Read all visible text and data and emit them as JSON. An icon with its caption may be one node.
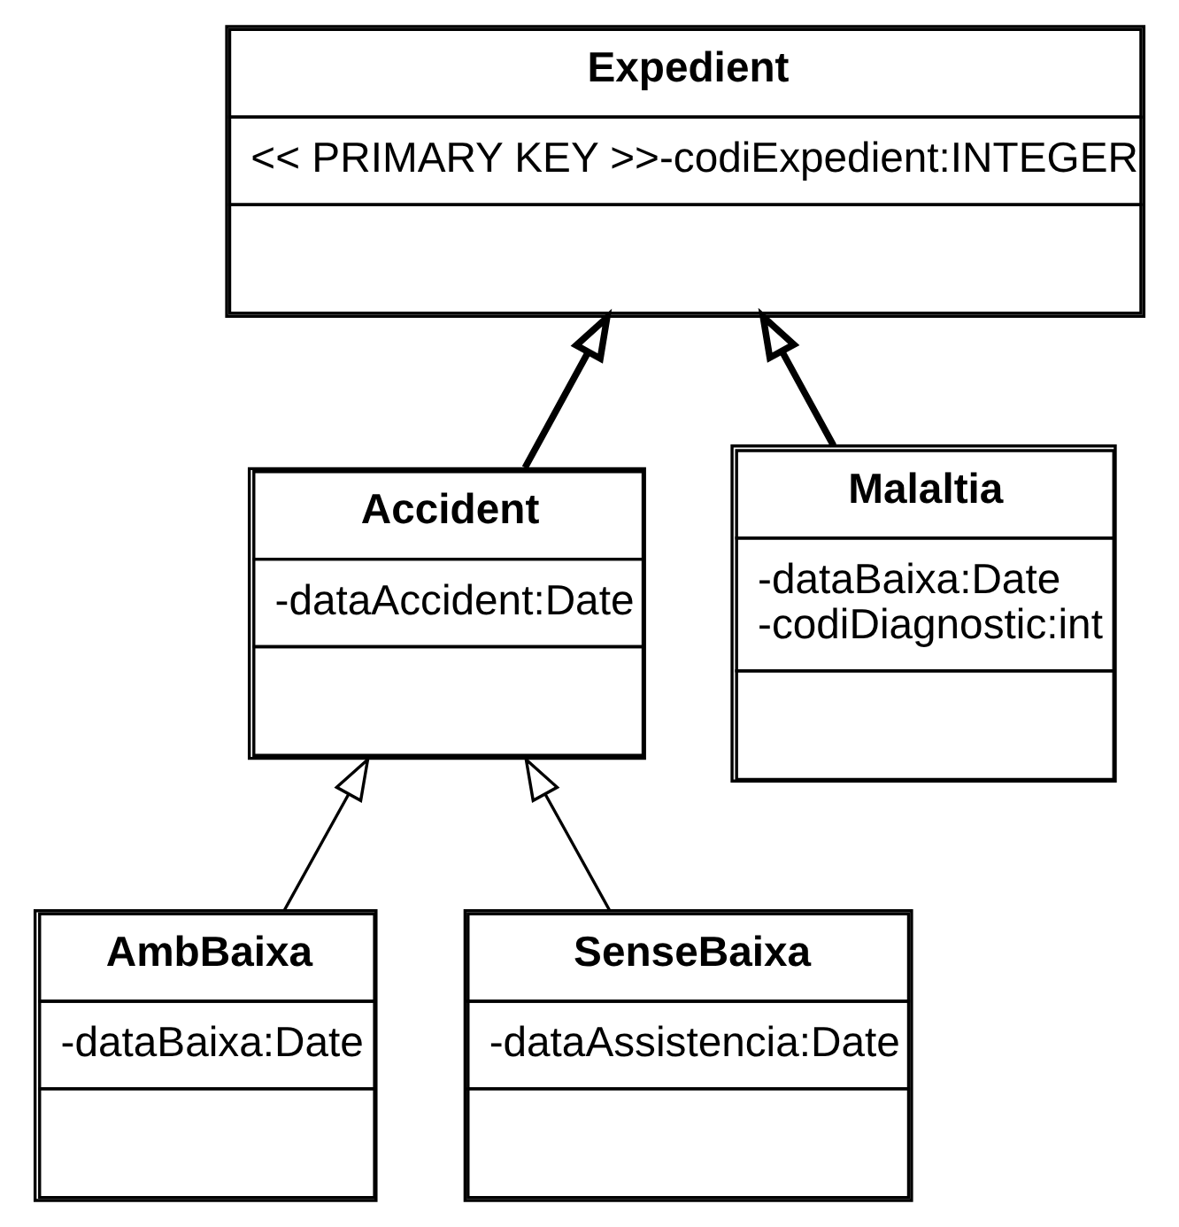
{
  "diagram": {
    "nodes": [
      {
        "text": [
          "Expedient",
          "<< PRIMARY KEY >>-codiExpedient:INTEGER"
        ]
      },
      {
        "text": [
          "Accident",
          "-dataAccident:Date"
        ]
      },
      {
        "text": [
          "Malaltia",
          "-dataBaixa:Date",
          "-codiDiagnostic:int"
        ]
      },
      {
        "text": [
          "AmbBaixa",
          "-dataBaixa:Date"
        ]
      },
      {
        "text": [
          "SenseBaixa",
          "-dataAssistencia:Date"
        ]
      }
    ],
    "edges": [
      {
        "from": 1,
        "to": 0,
        "arrow": "to",
        "style": "thick"
      },
      {
        "from": 2,
        "to": 0,
        "arrow": "to",
        "style": "thick"
      },
      {
        "from": 3,
        "to": 1,
        "arrow": "to"
      },
      {
        "from": 4,
        "to": 1,
        "arrow": "to"
      }
    ]
  }
}
